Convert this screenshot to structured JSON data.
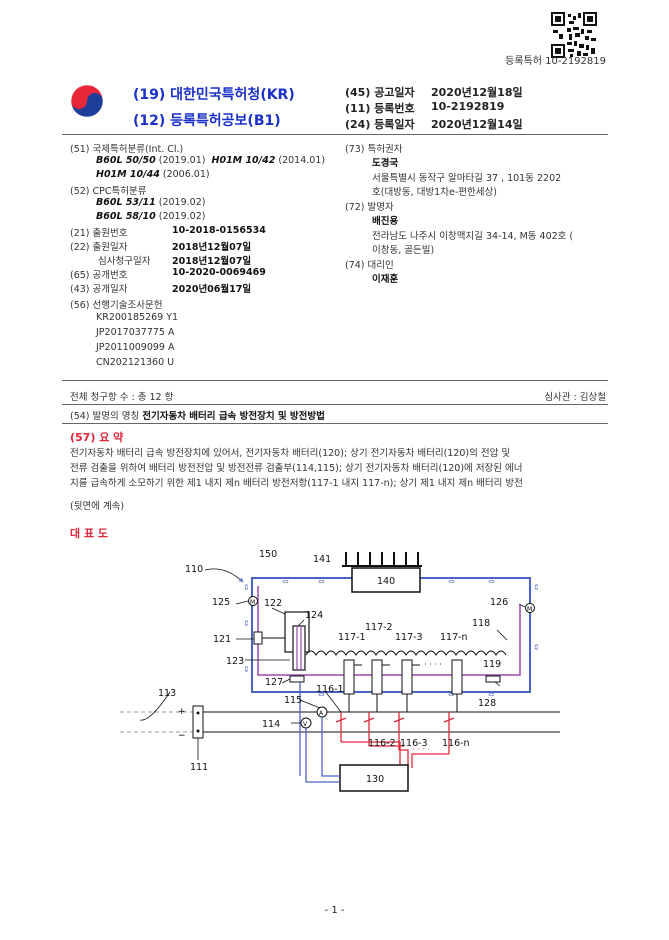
{
  "header": {
    "top_reg": "등록특허 10-2192819",
    "office": "(19) 대한민국특허청(KR)",
    "pubtype": "(12) 등록특허공보(B1)",
    "right": [
      {
        "label": "(45) 공고일자",
        "value": "2020년12월18일"
      },
      {
        "label": "(11) 등록번호",
        "value": "10-2192819"
      },
      {
        "label": "(24) 등록일자",
        "value": "2020년12월14일"
      }
    ]
  },
  "biblio_left": {
    "ipc_label": "(51) 국제특허분류(Int. Cl.)",
    "ipc": [
      {
        "code": "B60L 50/50",
        "date": "(2019.01)"
      },
      {
        "code": "H01M 10/42",
        "date": "(2014.01)"
      },
      {
        "code": "H01M 10/44",
        "date": "(2006.01)"
      }
    ],
    "cpc_label": "(52) CPC특허분류",
    "cpc": [
      {
        "code": "B60L 53/11",
        "date": "(2019.02)"
      },
      {
        "code": "B60L 58/10",
        "date": "(2019.02)"
      }
    ],
    "rows": [
      {
        "label": "(21) 출원번호",
        "value": "10-2018-0156534"
      },
      {
        "label": "(22) 출원일자",
        "value": "2018년12월07일"
      },
      {
        "label": "심사청구일자",
        "value": "2018년12월07일"
      },
      {
        "label": "(65) 공개번호",
        "value": "10-2020-0069469"
      },
      {
        "label": "(43) 공개일자",
        "value": "2020년06월17일"
      }
    ],
    "prior_label": "(56) 선행기술조사문헌",
    "prior": [
      "KR200185269 Y1",
      "JP2017037775 A",
      "JP2011009099 A",
      "CN202121360 U"
    ]
  },
  "biblio_right": {
    "owner_label": "(73) 특허권자",
    "owner": "도경국",
    "owner_addr1": "서울특별시 동작구  알마타길  37 , 101동 2202",
    "owner_addr2": "호(대방동, 대방1차e-편한세상)",
    "inventor_label": "(72) 발명자",
    "inventor": "배진용",
    "inventor_addr1": "전라남도 나주시 이창맥지길 34-14, M동 402호 (",
    "inventor_addr2": "이창동, 골든빌)",
    "agent_label": "(74) 대리인",
    "agent": "이재훈"
  },
  "claims": {
    "count_text": "전체 청구항 수 : 총  12  항",
    "examiner": "심사관 :   김상철"
  },
  "title": {
    "label": "(54) 발명의 명칭",
    "value": "전기자동차 배터리 급속 방전장치 및 방전방법"
  },
  "abstract": {
    "heading": "(57) 요 약",
    "line1": "전기자동차 배터리 급속 방전장치에 있어서, 전기자동차 배터리(120); 상기 전기자동차 배터리(120)의 전압 및",
    "line2": "전류 검출을 위하여 배터리 방전전압 및 방전전류 검출부(114,115); 상기 전기자동차 배터리(120)에 저장된 에너",
    "line3": "지를 급속하게 소모하기 위한 제1 내지 제n 배터리 방전저항(117-1 내지 117-n); 상기 제1 내지 제n 배터리 방전",
    "continued": "(뒷면에 계속)"
  },
  "rep_heading": "대 표 도",
  "figure_labels": {
    "l110": "110",
    "l150": "150",
    "l141": "141",
    "l140": "140",
    "l125": "125",
    "l126": "126",
    "l122": "122",
    "l124": "124",
    "l121": "121",
    "l123": "123",
    "l117_1": "117-1",
    "l117_2": "117-2",
    "l117_3": "117-3",
    "l117_n": "117-n",
    "l118": "118",
    "l119": "119",
    "l127": "127",
    "l128": "128",
    "l116_1": "116-1",
    "l116_2": "116-2",
    "l116_3": "116-3",
    "l116_n": "116-n",
    "l113": "113",
    "l115": "115",
    "l114": "114",
    "l111": "111",
    "l130": "130",
    "dots": "· · · ·",
    "plus": "+",
    "minus": "−",
    "A": "A",
    "V": "V",
    "M": "M"
  },
  "page_number": "- 1 -"
}
